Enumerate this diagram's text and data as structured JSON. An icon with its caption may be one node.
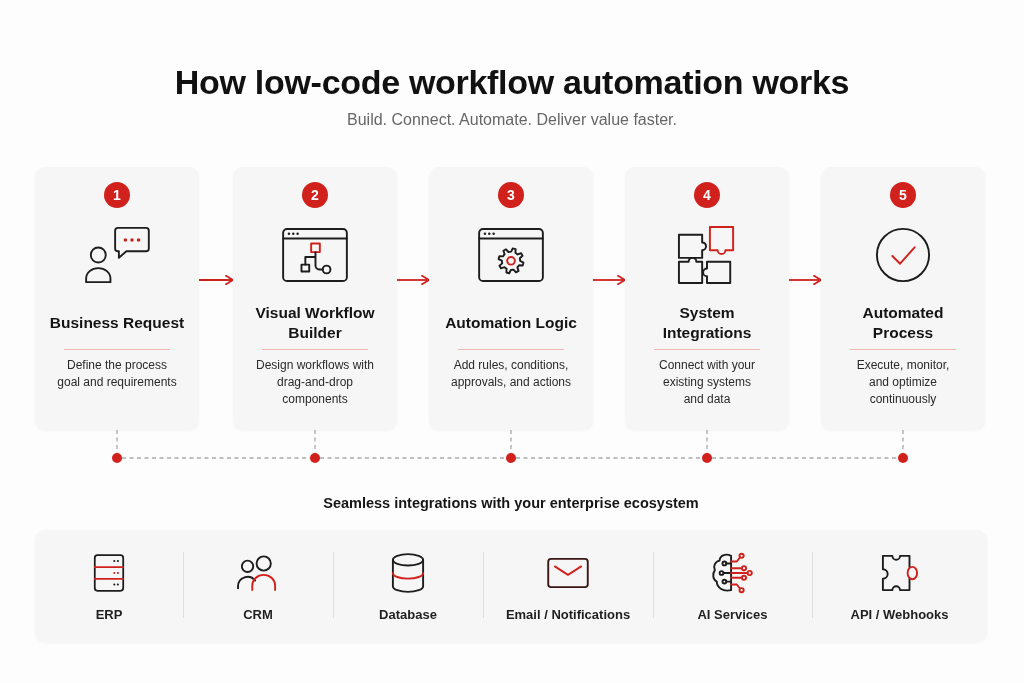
{
  "diagram": {
    "title": "How low-code workflow automation works",
    "nodes": [
      {
        "text": [
          "Business Request",
          "Define the process goal and requirements"
        ]
      },
      {
        "text": [
          "1"
        ],
        "in": 0
      },
      {
        "text": [
          "Visual Workflow Builder",
          "Design workflows with drag-and-drop components"
        ]
      },
      {
        "text": [
          "2"
        ],
        "in": 2
      },
      {
        "text": [
          "Automation Logic",
          "Add rules, conditions, approvals, and actions"
        ]
      },
      {
        "text": [
          "3"
        ],
        "in": 4
      },
      {
        "text": [
          "System Integrations",
          "Connect with your existing systems and data"
        ]
      },
      {
        "text": [
          "4"
        ],
        "in": 6
      },
      {
        "text": [
          "Automated Process",
          "Execute, monitor, and optimize continuously"
        ]
      },
      {
        "text": [
          "5"
        ],
        "in": 8
      },
      {
        "text": [],
        "shape": "circle"
      },
      {
        "text": [],
        "shape": "circle"
      },
      {
        "text": [],
        "shape": "circle"
      },
      {
        "text": [],
        "shape": "circle"
      },
      {
        "text": [],
        "shape": "circle"
      },
      {
        "text": [
          "Seamless integrations with your enterprise ecosystem",
          "ERP",
          "CRM",
          "Database",
          "Email / Notifications",
          "AI Services",
          "API / Webhooks"
        ]
      }
    ],
    "edges": [
      {
        "from": 0,
        "to": 2,
        "arrow": "to",
        "color": "#d0211c"
      },
      {
        "from": 2,
        "to": 4,
        "arrow": "to",
        "color": "#d0211c"
      },
      {
        "from": 4,
        "to": 6,
        "arrow": "to",
        "color": "#d0211c"
      },
      {
        "from": 6,
        "to": 8,
        "arrow": "to",
        "color": "#d0211c"
      },
      {
        "from": 0,
        "to": 10,
        "arrow": "none",
        "style": "dashed"
      },
      {
        "from": 2,
        "to": 11,
        "arrow": "none",
        "style": "dashed"
      },
      {
        "from": 4,
        "to": 12,
        "arrow": "none",
        "style": "dashed"
      },
      {
        "from": 6,
        "to": 13,
        "arrow": "none",
        "style": "dashed"
      },
      {
        "from": 8,
        "to": 14,
        "arrow": "none",
        "style": "dashed"
      },
      {
        "from": 10,
        "to": 11,
        "arrow": "none",
        "style": "dashed"
      },
      {
        "from": 11,
        "to": 12,
        "arrow": "none",
        "style": "dashed"
      },
      {
        "from": 12,
        "to": 13,
        "arrow": "none",
        "style": "dashed"
      },
      {
        "from": 13,
        "to": 14,
        "arrow": "none",
        "style": "dashed"
      }
    ],
    "labels": [
      "Build. Connect. Automate. Deliver value faster."
    ]
  }
}
